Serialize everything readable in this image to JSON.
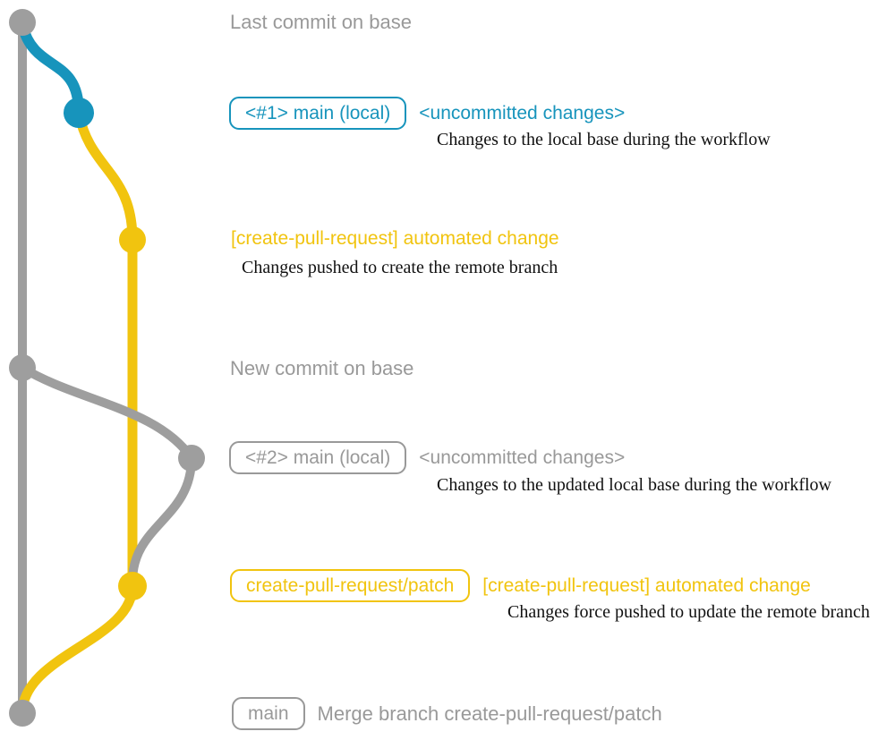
{
  "colors": {
    "gray": "#9E9E9E",
    "blue": "#1794BC",
    "yellow": "#F1C40F",
    "gray_text": "#999999",
    "desc_text": "#111111",
    "bg": "#FFFFFF"
  },
  "events": {
    "last_commit": {
      "label": "Last commit on base"
    },
    "main_local_1": {
      "badge": "<#1> main (local)",
      "title": "<uncommitted changes>",
      "description": "Changes to the local base during the workflow"
    },
    "automated_change_1": {
      "title": "[create-pull-request] automated change",
      "description": "Changes pushed to create the remote branch"
    },
    "new_commit": {
      "label": "New commit on base"
    },
    "main_local_2": {
      "badge": "<#2> main (local)",
      "title": "<uncommitted changes>",
      "description": "Changes to the updated local base during the workflow"
    },
    "automated_change_2": {
      "badge": "create-pull-request/patch",
      "title": "[create-pull-request] automated change",
      "description": "Changes force pushed to update the remote branch"
    },
    "merge": {
      "badge": "main",
      "label": "Merge branch create-pull-request/patch"
    }
  }
}
